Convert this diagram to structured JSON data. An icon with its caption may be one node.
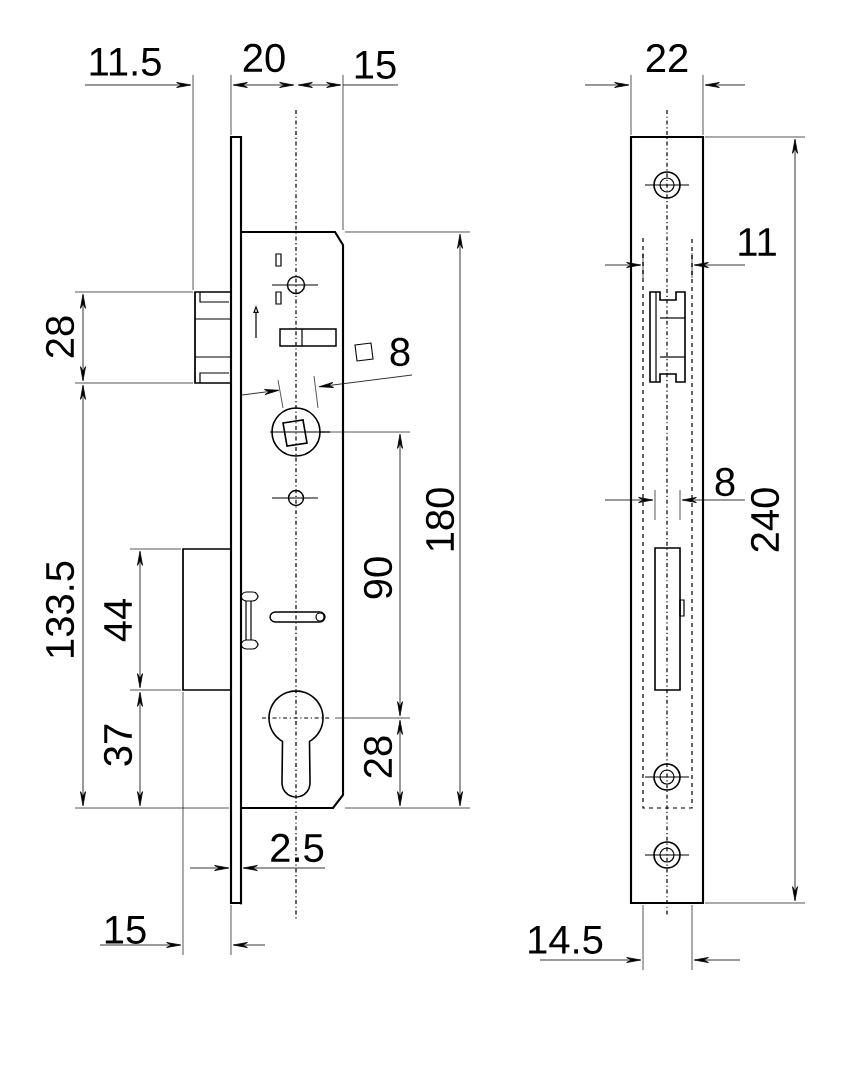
{
  "diagram": {
    "labels": [
      "11.5",
      "20",
      "15",
      "22",
      "11",
      "28",
      "8",
      "8",
      "180",
      "240",
      "133.5",
      "90",
      "44",
      "37",
      "28",
      "2.5",
      "15",
      "14.5"
    ]
  }
}
